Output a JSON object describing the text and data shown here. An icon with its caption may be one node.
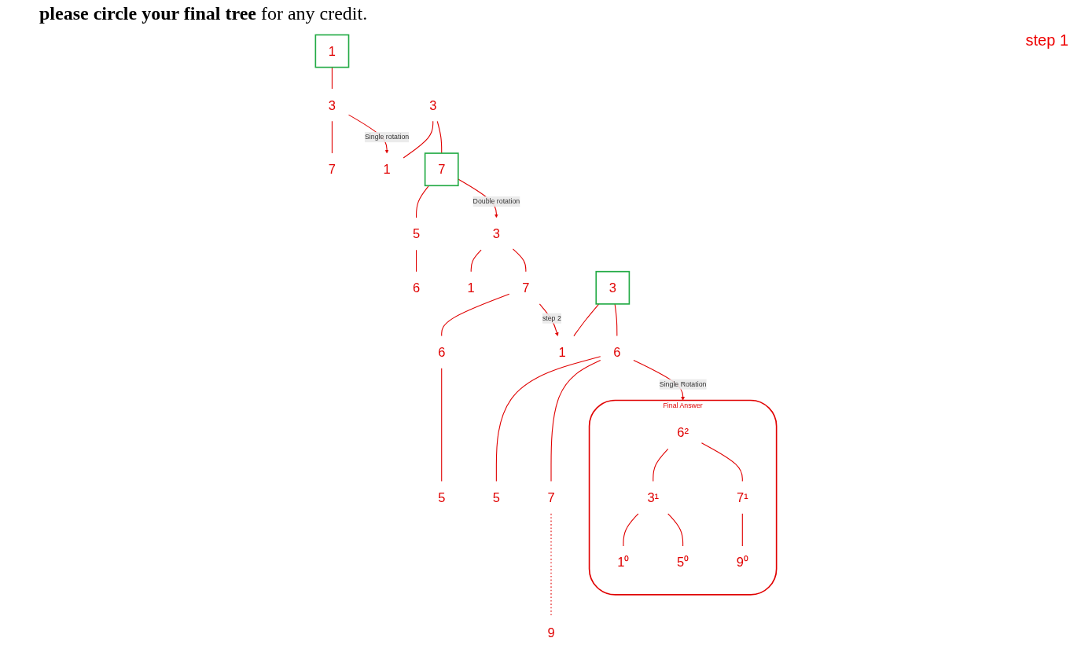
{
  "diagram": {
    "title": "**please circle your final tree** for any credit.",
    "nodes": [
      {
        "text": [
          "1"
        ]
      },
      {
        "text": [
          "3"
        ]
      },
      {
        "text": [
          "7"
        ]
      },
      {
        "text": [
          "3"
        ]
      },
      {
        "text": [
          "1"
        ]
      },
      {
        "text": [
          "7"
        ]
      },
      {
        "text": [
          "5"
        ]
      },
      {
        "text": [
          "6"
        ]
      },
      {
        "text": [
          "3"
        ]
      },
      {
        "text": [
          "1"
        ]
      },
      {
        "text": [
          "7"
        ]
      },
      {
        "text": [
          "6"
        ]
      },
      {
        "text": [
          "5"
        ]
      },
      {
        "text": [
          "3"
        ]
      },
      {
        "text": [
          "1"
        ]
      },
      {
        "text": [
          "6"
        ]
      },
      {
        "text": [
          "5"
        ]
      },
      {
        "text": [
          "7"
        ]
      },
      {
        "text": [
          "9"
        ]
      },
      {
        "text": [
          "Final Answer"
        ]
      },
      {
        "text": [
          "6²"
        ],
        "in": 19
      },
      {
        "text": [
          "3¹"
        ],
        "in": 19
      },
      {
        "text": [
          "7¹"
        ],
        "in": 19
      },
      {
        "text": [
          "1⁰"
        ],
        "in": 19
      },
      {
        "text": [
          "5⁰"
        ],
        "in": 19
      },
      {
        "text": [
          "9⁰"
        ],
        "in": 19
      }
    ],
    "edges": [
      {
        "from": 0,
        "to": 1,
        "arrow": "none"
      },
      {
        "from": 1,
        "to": 2,
        "arrow": "none"
      },
      {
        "from": 1,
        "to": 4,
        "arrow": "to",
        "label": "Single rotation"
      },
      {
        "from": 3,
        "to": 4,
        "arrow": "none"
      },
      {
        "from": 3,
        "to": 5,
        "arrow": "none"
      },
      {
        "from": 5,
        "to": 6,
        "arrow": "none"
      },
      {
        "from": 6,
        "to": 7,
        "arrow": "none"
      },
      {
        "from": 5,
        "to": 8,
        "arrow": "to",
        "label": "Double rotation"
      },
      {
        "from": 8,
        "to": 9,
        "arrow": "none"
      },
      {
        "from": 8,
        "to": 10,
        "arrow": "none"
      },
      {
        "from": 10,
        "to": 11,
        "arrow": "none"
      },
      {
        "from": 11,
        "to": 12,
        "arrow": "none"
      },
      {
        "from": 10,
        "to": 14,
        "arrow": "to",
        "label": "step 2"
      },
      {
        "from": 13,
        "to": 14,
        "arrow": "none"
      },
      {
        "from": 13,
        "to": 15,
        "arrow": "none"
      },
      {
        "from": 15,
        "to": 16,
        "arrow": "none"
      },
      {
        "from": 15,
        "to": 17,
        "arrow": "none"
      },
      {
        "from": 17,
        "to": 18,
        "arrow": "none",
        "style": "dashed"
      },
      {
        "from": 15,
        "to": 19,
        "arrow": "to",
        "label": "Single Rotation"
      },
      {
        "from": 20,
        "to": 21,
        "arrow": "none"
      },
      {
        "from": 20,
        "to": 22,
        "arrow": "none"
      },
      {
        "from": 21,
        "to": 23,
        "arrow": "none"
      },
      {
        "from": 21,
        "to": 24,
        "arrow": "none"
      },
      {
        "from": 22,
        "to": 25,
        "arrow": "none"
      }
    ],
    "labels": [
      "step 1"
    ]
  }
}
